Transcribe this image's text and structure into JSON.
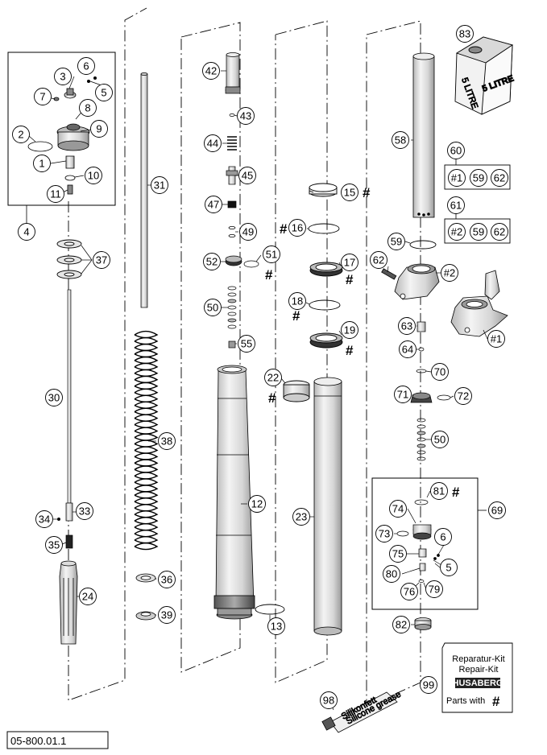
{
  "diagram_code": "05-800.01.1",
  "callouts": [
    {
      "id": "c1",
      "label": "1"
    },
    {
      "id": "c2",
      "label": "2"
    },
    {
      "id": "c3",
      "label": "3"
    },
    {
      "id": "c4",
      "label": "4"
    },
    {
      "id": "c5a",
      "label": "5"
    },
    {
      "id": "c6a",
      "label": "6"
    },
    {
      "id": "c7",
      "label": "7"
    },
    {
      "id": "c8",
      "label": "8"
    },
    {
      "id": "c9",
      "label": "9"
    },
    {
      "id": "c10",
      "label": "10"
    },
    {
      "id": "c11",
      "label": "11"
    },
    {
      "id": "c12",
      "label": "12"
    },
    {
      "id": "c13",
      "label": "13"
    },
    {
      "id": "c15",
      "label": "15"
    },
    {
      "id": "c16",
      "label": "16"
    },
    {
      "id": "c17",
      "label": "17"
    },
    {
      "id": "c18",
      "label": "18"
    },
    {
      "id": "c19",
      "label": "19"
    },
    {
      "id": "c22",
      "label": "22"
    },
    {
      "id": "c23",
      "label": "23"
    },
    {
      "id": "c24",
      "label": "24"
    },
    {
      "id": "c30",
      "label": "30"
    },
    {
      "id": "c31",
      "label": "31"
    },
    {
      "id": "c33",
      "label": "33"
    },
    {
      "id": "c34",
      "label": "34"
    },
    {
      "id": "c35",
      "label": "35"
    },
    {
      "id": "c36",
      "label": "36"
    },
    {
      "id": "c37",
      "label": "37"
    },
    {
      "id": "c38",
      "label": "38"
    },
    {
      "id": "c39",
      "label": "39"
    },
    {
      "id": "c42",
      "label": "42"
    },
    {
      "id": "c43",
      "label": "43"
    },
    {
      "id": "c44",
      "label": "44"
    },
    {
      "id": "c45",
      "label": "45"
    },
    {
      "id": "c47",
      "label": "47"
    },
    {
      "id": "c49",
      "label": "49"
    },
    {
      "id": "c50a",
      "label": "50"
    },
    {
      "id": "c50b",
      "label": "50"
    },
    {
      "id": "c51",
      "label": "51"
    },
    {
      "id": "c52",
      "label": "52"
    },
    {
      "id": "c55",
      "label": "55"
    },
    {
      "id": "c58",
      "label": "58"
    },
    {
      "id": "c59a",
      "label": "59"
    },
    {
      "id": "c60",
      "label": "60"
    },
    {
      "id": "c61",
      "label": "61"
    },
    {
      "id": "c62a",
      "label": "62"
    },
    {
      "id": "c63",
      "label": "63"
    },
    {
      "id": "c64",
      "label": "64"
    },
    {
      "id": "c69",
      "label": "69"
    },
    {
      "id": "c70",
      "label": "70"
    },
    {
      "id": "c71",
      "label": "71"
    },
    {
      "id": "c72",
      "label": "72"
    },
    {
      "id": "c73",
      "label": "73"
    },
    {
      "id": "c74",
      "label": "74"
    },
    {
      "id": "c75",
      "label": "75"
    },
    {
      "id": "c76",
      "label": "76"
    },
    {
      "id": "c79",
      "label": "79"
    },
    {
      "id": "c80",
      "label": "80"
    },
    {
      "id": "c81",
      "label": "81"
    },
    {
      "id": "c82",
      "label": "82"
    },
    {
      "id": "c83",
      "label": "83"
    },
    {
      "id": "c98",
      "label": "98"
    },
    {
      "id": "c99",
      "label": "99"
    },
    {
      "id": "c6b",
      "label": "6"
    },
    {
      "id": "c5b",
      "label": "5"
    },
    {
      "id": "k60a",
      "label": "#1"
    },
    {
      "id": "k60b",
      "label": "59"
    },
    {
      "id": "k60c",
      "label": "62"
    },
    {
      "id": "k61a",
      "label": "#2"
    },
    {
      "id": "k61b",
      "label": "59"
    },
    {
      "id": "k61c",
      "label": "62"
    },
    {
      "id": "cc1",
      "label": "#1"
    },
    {
      "id": "cc2",
      "label": "#2"
    }
  ],
  "hash_mark": "#",
  "can_label": "5 LITRE",
  "can_label_side": "5 LITRE",
  "tube_label_1": "Silikonfett",
  "tube_label_2": "Silicone grease",
  "repair_kit": {
    "line1": "Reparatur-Kit",
    "line2": "Repair-Kit",
    "brand": "HUSABERG",
    "parts_with": "Parts with",
    "hash": "#"
  }
}
